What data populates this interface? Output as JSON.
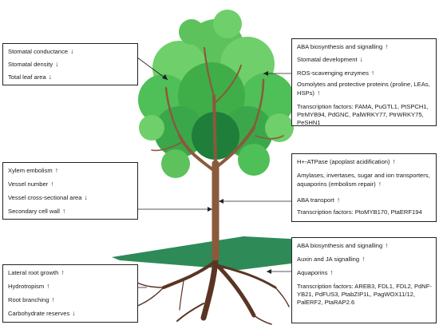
{
  "leaves_box": {
    "items": [
      {
        "label": "Stomatal conductance",
        "arrow": "↓"
      },
      {
        "label": "Stomatal density",
        "arrow": "↓"
      },
      {
        "label": "Total leaf area",
        "arrow": "↓"
      }
    ]
  },
  "leaves_molecular_box": {
    "items": [
      {
        "label": "ABA biosynthesis and signalling",
        "arrow": "↑"
      },
      {
        "label": "Stomatal development",
        "arrow": "↓"
      },
      {
        "label": "ROS-scavenging enzymes",
        "arrow": "↑"
      },
      {
        "label": "Osmolytes and protective proteins (proline, LEAs, HSPs)",
        "arrow": "↑"
      }
    ],
    "tf": "Transcription factors: FAMA, PuGTL1, PtSPCH1, PtrMYB94, PdGNC, PalWRKY77, PtrWRKY75, PeSHN1"
  },
  "stem_box": {
    "items": [
      {
        "label": "Xylem embolism",
        "arrow": "↑"
      },
      {
        "label": "Vessel number",
        "arrow": "↑"
      },
      {
        "label": "Vessel cross-sectional area",
        "arrow": "↓"
      },
      {
        "label": "Secondary cell wall",
        "arrow": "↑"
      }
    ]
  },
  "stem_molecular_box": {
    "items": [
      {
        "label": "H+-ATPase (apoplast acidification)",
        "arrow": "↑"
      },
      {
        "label": "Amylases, invertases, sugar and ion transporters, aquaporins (embolism repair)",
        "arrow": "↑"
      },
      {
        "label": "ABA transport",
        "arrow": "↑"
      }
    ],
    "tf": "Transcription factors: PtoMYB170, PtaERF194"
  },
  "root_box": {
    "items": [
      {
        "label": "Lateral root growth",
        "arrow": "↑"
      },
      {
        "label": "Hydrotropism",
        "arrow": "↑"
      },
      {
        "label": "Root branching",
        "arrow": "↑"
      },
      {
        "label": "Carbohydrate reserves",
        "arrow": "↓"
      }
    ]
  },
  "root_molecular_box": {
    "items": [
      {
        "label": "ABA biosynthesis and signalling",
        "arrow": "↑"
      },
      {
        "label": "Auxin and JA signalling",
        "arrow": "↑"
      },
      {
        "label": "Aquaporins",
        "arrow": "↑"
      }
    ],
    "tf": "Transcription factors: AREB3, FDL1, FDL2, PdNF-YB21, PdFUS3, PtabZIP1L, PagWOX11/12, PalERF2, PtaRAP2.6"
  },
  "colors": {
    "foliage_light": "#6fcf6a",
    "foliage_mid": "#3fae48",
    "foliage_dark": "#1f7f3a",
    "trunk": "#8a5a3c",
    "ground": "#2e8b57",
    "root": "#5a3524"
  }
}
